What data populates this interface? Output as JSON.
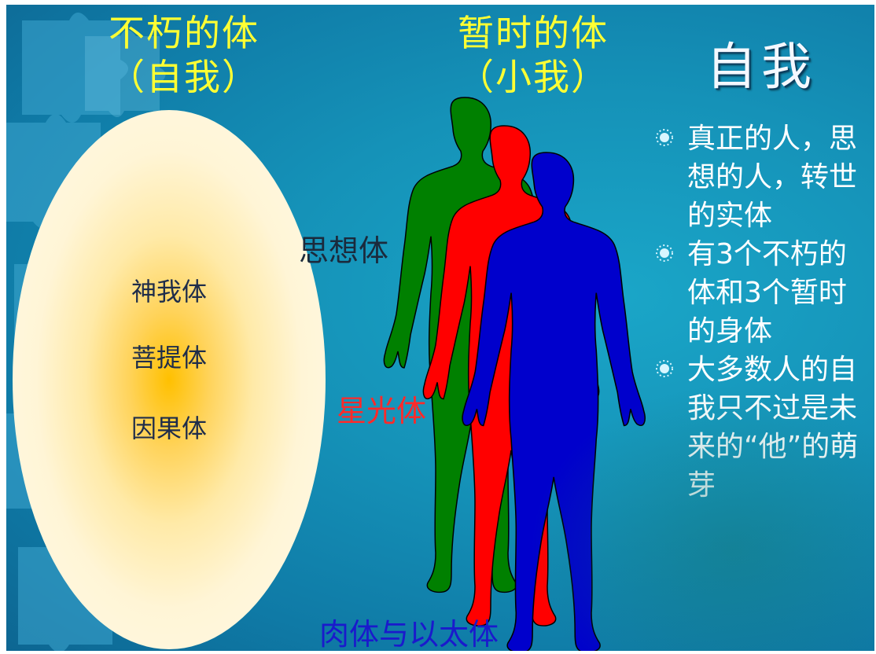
{
  "titles": {
    "immortal": "不朽的体",
    "immortal_sub": "（自我）",
    "temporary": "暂时的体",
    "temporary_sub": "（小我）",
    "self": "自我"
  },
  "egg": {
    "labels": [
      "神我体",
      "菩提体",
      "因果体"
    ]
  },
  "figure_labels": {
    "mental": "思想体",
    "astral": "星光体",
    "physical": "肉体与以太体"
  },
  "bullets": [
    "真正的人，思想的人，转世的实体",
    "有3个不朽的体和3个暂时的身体",
    "大多数人的自我只不过是未来的“他”的萌芽"
  ],
  "colors": {
    "background": "#1592b8",
    "title_yellow": "#ffff33",
    "mental_body": "#008000",
    "astral_body": "#ff0000",
    "physical_body": "#0000cc",
    "egg_center": "#ffc000"
  }
}
